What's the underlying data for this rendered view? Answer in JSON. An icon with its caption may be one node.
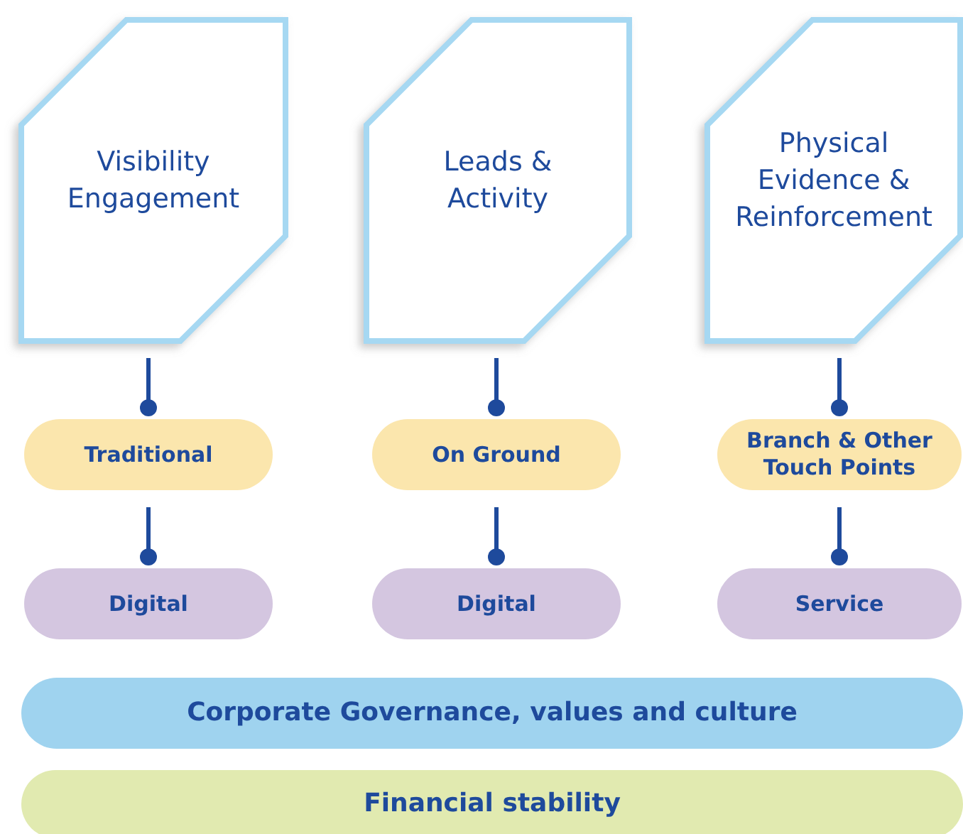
{
  "diagram": {
    "nodes": [
      {
        "text": [
          "Visibility Engagement"
        ]
      },
      {
        "text": [
          "Leads & Activity"
        ]
      },
      {
        "text": [
          "Physical Evidence & Reinforcement"
        ]
      },
      {
        "text": [
          "Traditional"
        ]
      },
      {
        "text": [
          "On Ground"
        ]
      },
      {
        "text": [
          "Branch & Other Touch Points"
        ]
      },
      {
        "text": [
          "Digital"
        ]
      },
      {
        "text": [
          "Digital"
        ]
      },
      {
        "text": [
          "Service"
        ]
      },
      {
        "text": [
          "Corporate Governance, values and culture"
        ]
      },
      {
        "text": [
          "Financial stability"
        ]
      }
    ],
    "edges": [
      {
        "from": 0,
        "to": 3,
        "arrow": "other"
      },
      {
        "from": 3,
        "to": 6,
        "arrow": "other"
      },
      {
        "from": 1,
        "to": 4,
        "arrow": "other"
      },
      {
        "from": 4,
        "to": 7,
        "arrow": "other"
      },
      {
        "from": 2,
        "to": 5,
        "arrow": "other"
      },
      {
        "from": 5,
        "to": 8,
        "arrow": "other"
      }
    ]
  }
}
